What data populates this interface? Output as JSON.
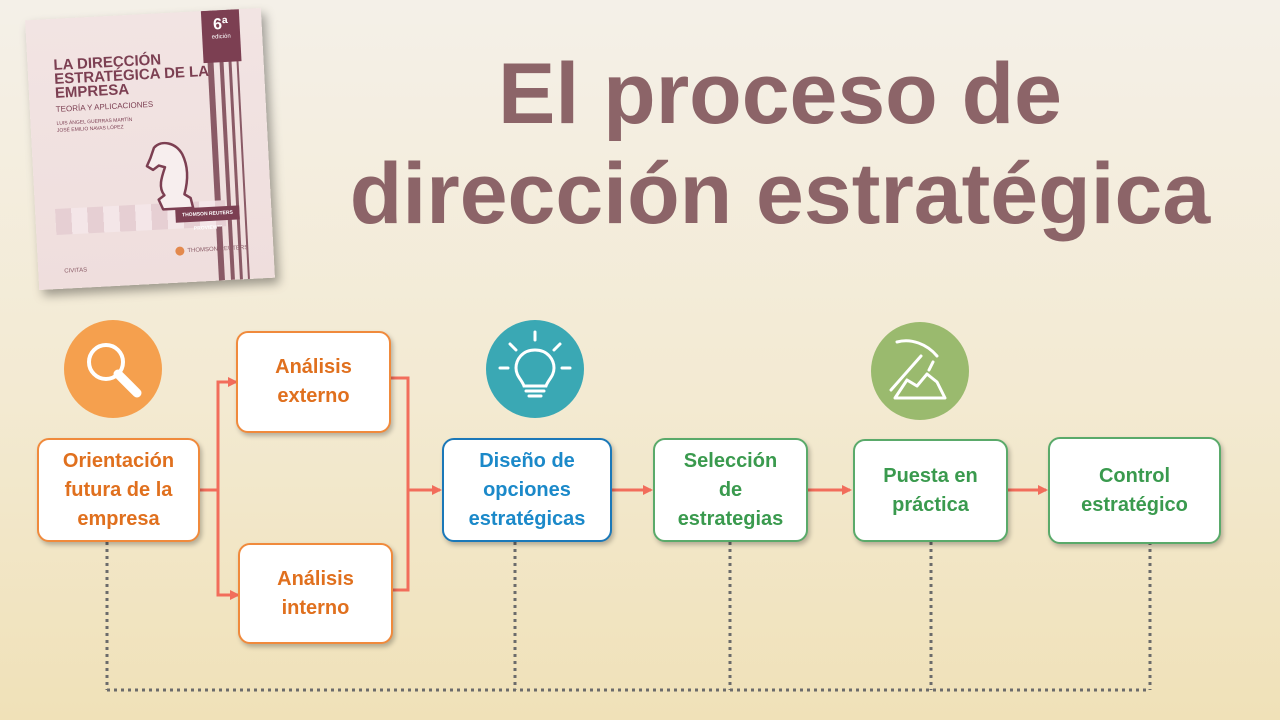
{
  "title": {
    "line1": "El proceso de",
    "line2": "dirección estratégica"
  },
  "book": {
    "edition": "6ª",
    "edition_sub": "edición",
    "title": "LA DIRECCIÓN ESTRATÉGICA DE LA EMPRESA",
    "subtitle": "TEORÍA Y APLICACIONES",
    "author1": "LUIS ÁNGEL GUERRAS MARTÍN",
    "author2": "JOSÉ EMILIO NAVAS LÓPEZ",
    "banner": "THOMSON REUTERS PROVIEW™",
    "publisher_left": "CIVITAS",
    "publisher_right": "THOMSON REUTERS"
  },
  "boxes": {
    "orientacion": "Orientación\nfutura de la\nempresa",
    "analisis_externo": "Análisis\nexterno",
    "analisis_interno": "Análisis\ninterno",
    "diseno": "Diseño de\nopciones\nestratégicas",
    "seleccion": "Selección\nde\nestrategias",
    "puesta": "Puesta en\npráctica",
    "control": "Control\nestratégico"
  },
  "icons": {
    "analysis": "magnifier-icon",
    "design": "lightbulb-icon",
    "implementation": "pickaxe-icon"
  },
  "colors": {
    "title": "#8c6468",
    "orange": "#f08a3c",
    "blue": "#1b78b8",
    "green": "#5aaa6a",
    "arrow": "#f26d5b",
    "teal_circle": "#3aa8b4",
    "orange_circle": "#f5a04e",
    "green_circle": "#9aba6e"
  }
}
